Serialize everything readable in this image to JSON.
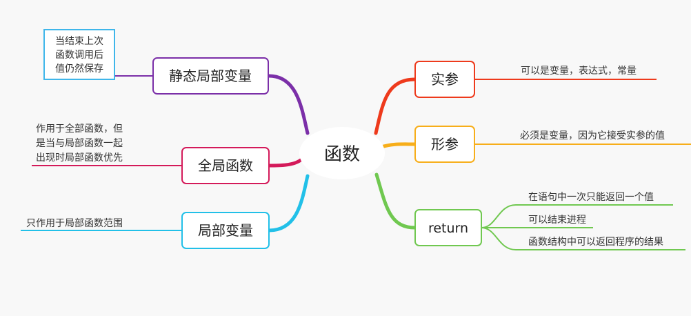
{
  "central": {
    "label": "函数"
  },
  "branches": {
    "static_local": {
      "label": "静态局部变量",
      "color": "#7b2fa8",
      "notes": [
        "当结束上次",
        "函数调用后",
        "值仍然保存"
      ],
      "note_border_color": "#3fb6ea"
    },
    "global": {
      "label": "全局函数",
      "color": "#d41a5a",
      "notes": [
        "作用于全部函数，但",
        "是当与局部函数一起",
        "出现时局部函数优先"
      ]
    },
    "local": {
      "label": "局部变量",
      "color": "#22c0e8",
      "notes": [
        "只作用于局部函数范围"
      ]
    },
    "actual_param": {
      "label": "实参",
      "color": "#ee3a1c",
      "notes": [
        "可以是变量，表达式，常量"
      ]
    },
    "formal_param": {
      "label": "形参",
      "color": "#f7ae1a",
      "notes": [
        "必须是变量，因为它接受实参的值"
      ]
    },
    "return": {
      "label": "return",
      "color": "#70c850",
      "notes": [
        "在语句中一次只能返回一个值",
        "可以结束进程",
        "函数结构中可以返回程序的结果"
      ]
    }
  },
  "colors": {
    "background": "#f8f8f8",
    "central_fill": "#ffffff",
    "node_fill": "#ffffff",
    "text": "#222222",
    "note_text": "#333333"
  }
}
